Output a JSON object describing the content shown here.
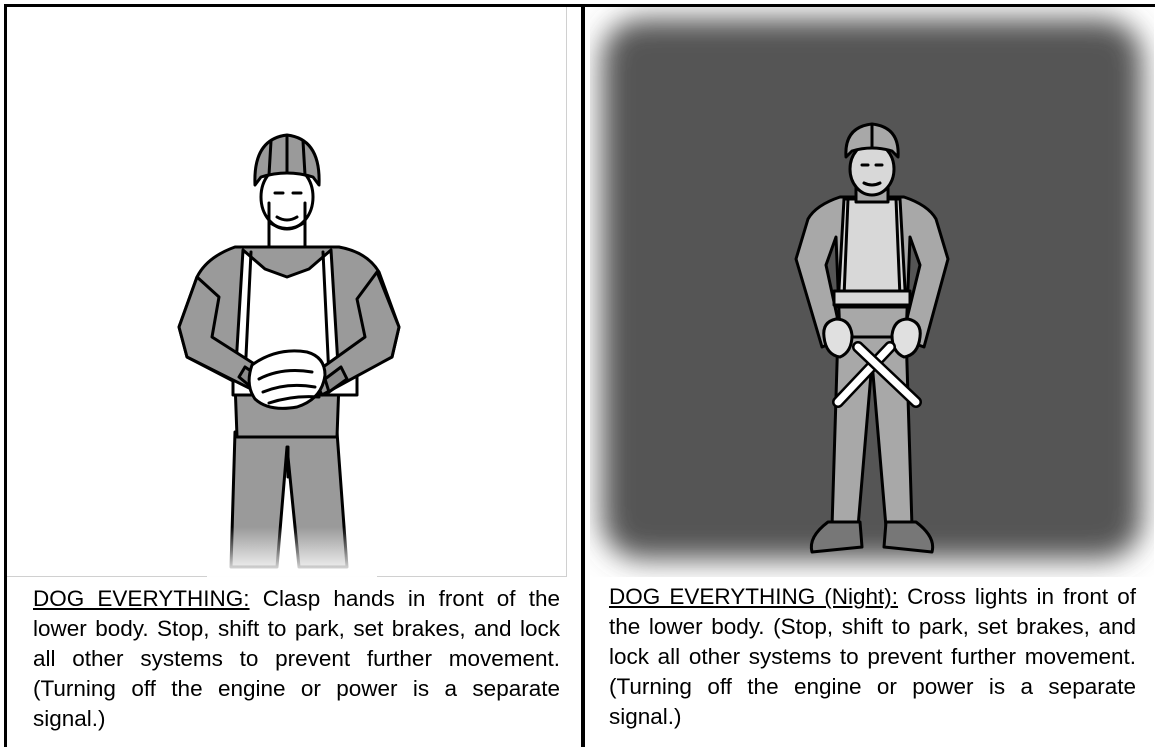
{
  "left_panel": {
    "term": "DOG EVERYTHING:",
    "description": "Clasp hands in front of the lower body.  Stop, shift to park, set brakes, and lock all other systems to prevent further movement.  (Turning off the engine or power is a separate signal.)",
    "illustration_icon": "soldier-clasped-hands-icon"
  },
  "right_panel": {
    "term": "DOG EVERYTHING (Night):",
    "description": "Cross lights in front of the lower body.  (Stop, shift to park, set brakes, and lock all other systems to prevent further movement.  (Turning off the engine or power is a separate signal.)",
    "illustration_icon": "soldier-crossed-lights-icon"
  },
  "colors": {
    "figure_gray": "#9a9a9a",
    "night_background": "#555555",
    "outline": "#000000"
  }
}
